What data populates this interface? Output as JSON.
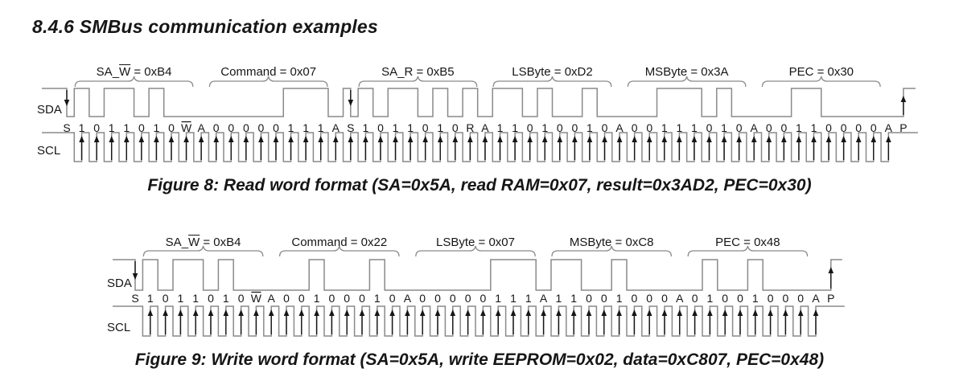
{
  "heading": "8.4.6 SMBus communication examples",
  "colors": {
    "waveform": "#8a8a8a",
    "text": "#161616"
  },
  "figures": [
    {
      "id": "figure-8",
      "sda_label": "SDA",
      "scl_label": "SCL",
      "symbols": [
        "S",
        "1",
        "0",
        "1",
        "1",
        "0",
        "1",
        "0",
        "W",
        "A",
        "0",
        "0",
        "0",
        "0",
        "0",
        "1",
        "1",
        "1",
        "A",
        "S",
        "1",
        "0",
        "1",
        "1",
        "0",
        "1",
        "0",
        "R",
        "A",
        "1",
        "1",
        "0",
        "1",
        "0",
        "0",
        "1",
        "0",
        "A",
        "0",
        "0",
        "1",
        "1",
        "1",
        "0",
        "1",
        "0",
        "A",
        "0",
        "0",
        "1",
        "1",
        "0",
        "0",
        "0",
        "0",
        "A",
        "P"
      ],
      "segments": [
        {
          "pre": "SA_",
          "ov": "W",
          "post": " = 0xB4",
          "from": 1,
          "to": 8
        },
        {
          "pre": "Command = 0x07",
          "ov": "",
          "post": "",
          "from": 10,
          "to": 17
        },
        {
          "pre": "SA_R = 0xB5",
          "ov": "",
          "post": "",
          "from": 20,
          "to": 27
        },
        {
          "pre": "LSByte = 0xD2",
          "ov": "",
          "post": "",
          "from": 29,
          "to": 36
        },
        {
          "pre": "MSByte = 0x3A",
          "ov": "",
          "post": "",
          "from": 38,
          "to": 45
        },
        {
          "pre": "PEC = 0x30",
          "ov": "",
          "post": "",
          "from": 47,
          "to": 54
        }
      ],
      "caption": "Figure 8: Read word format (SA=0x5A, read RAM=0x07, result=0x3AD2, PEC=0x30)"
    },
    {
      "id": "figure-9",
      "sda_label": "SDA",
      "scl_label": "SCL",
      "symbols": [
        "S",
        "1",
        "0",
        "1",
        "1",
        "0",
        "1",
        "0",
        "W",
        "A",
        "0",
        "0",
        "1",
        "0",
        "0",
        "0",
        "1",
        "0",
        "A",
        "0",
        "0",
        "0",
        "0",
        "0",
        "1",
        "1",
        "1",
        "A",
        "1",
        "1",
        "0",
        "0",
        "1",
        "0",
        "0",
        "0",
        "A",
        "0",
        "1",
        "0",
        "0",
        "1",
        "0",
        "0",
        "0",
        "A",
        "P"
      ],
      "segments": [
        {
          "pre": "SA_",
          "ov": "W",
          "post": " = 0xB4",
          "from": 1,
          "to": 8
        },
        {
          "pre": "Command = 0x22",
          "ov": "",
          "post": "",
          "from": 10,
          "to": 17
        },
        {
          "pre": "LSByte = 0x07",
          "ov": "",
          "post": "",
          "from": 19,
          "to": 26
        },
        {
          "pre": "MSByte = 0xC8",
          "ov": "",
          "post": "",
          "from": 28,
          "to": 35
        },
        {
          "pre": "PEC = 0x48",
          "ov": "",
          "post": "",
          "from": 37,
          "to": 44
        }
      ],
      "caption": "Figure 9: Write word format (SA=0x5A, write EEPROM=0x02, data=0xC807, PEC=0x48)"
    }
  ]
}
